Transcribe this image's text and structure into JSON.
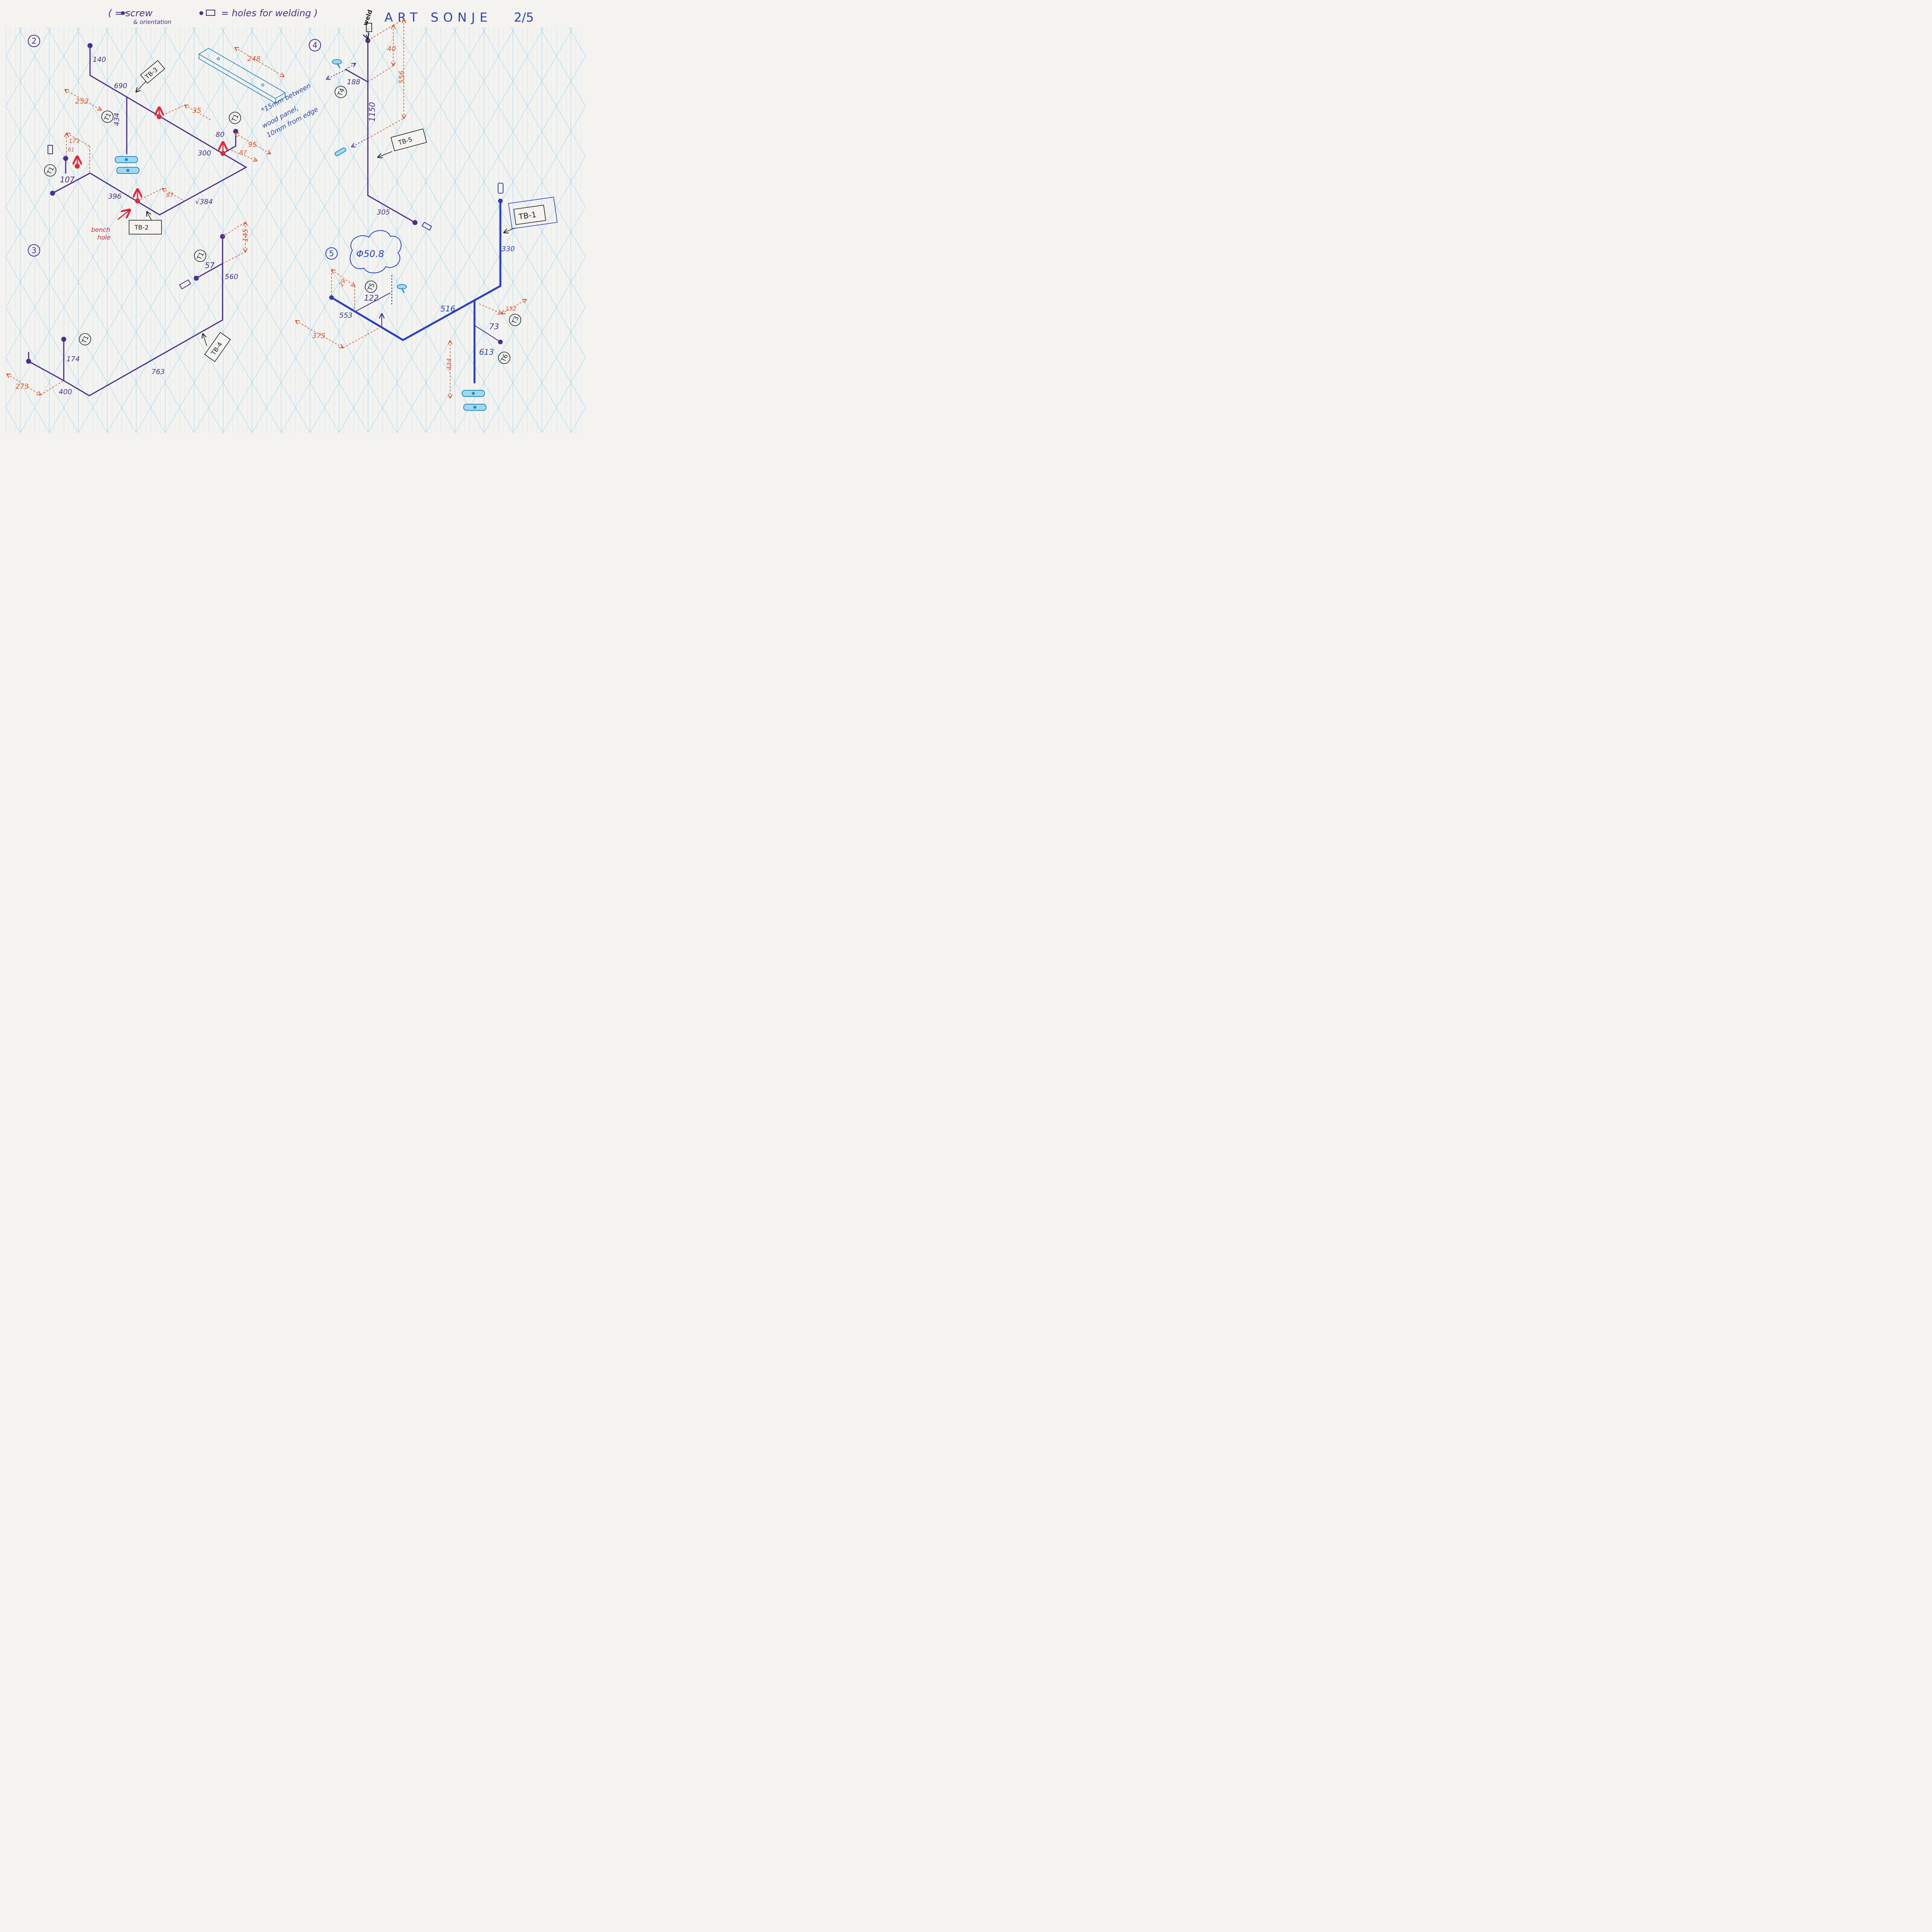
{
  "header": {
    "legend_line1": "( = screw",
    "legend_line1b": "= holes for welding )",
    "legend_line2": "& orientation",
    "weld_label": "weld",
    "title": "ART SONJE",
    "sheet": "2/5"
  },
  "section_numbers": [
    "2",
    "3",
    "4",
    "5"
  ],
  "section2": {
    "dims": {
      "d140": "140",
      "d690": "690",
      "d252": "252",
      "d434": "434",
      "d35": "35",
      "d80": "80",
      "d95": "95",
      "d300": "300",
      "d87a": "87",
      "d171": "171",
      "d61": "61",
      "d107": "107",
      "d396": "396",
      "d87b": "87",
      "d384": "√384",
      "d248": "248"
    },
    "tags": {
      "tb3": "TB-3",
      "tb2": "TB-2",
      "t1a": "T1",
      "t1b": "T1",
      "t1c": "T1"
    },
    "bench_hole": [
      "bench",
      "hole"
    ],
    "note": [
      "*15mm between",
      "wood panel,",
      "10mm from edge"
    ]
  },
  "section3": {
    "dims": {
      "d145": "145",
      "d57": "57",
      "d560": "560",
      "d763": "763",
      "d174": "174",
      "d273": "273",
      "d400": "400"
    },
    "tags": {
      "t1a": "T1",
      "t1b": "T1",
      "tb4": "TB-4"
    }
  },
  "section4": {
    "dims": {
      "d40": "40",
      "d556": "556",
      "d188": "188",
      "d1150": "1150",
      "d305": "305"
    },
    "tags": {
      "t4": "T4",
      "tb5": "TB-5"
    }
  },
  "section5": {
    "cloud": "Φ50.8",
    "dims": {
      "d29": "29",
      "d122": "122",
      "d553": "553",
      "d375": "375",
      "d516": "516",
      "d152": "152",
      "d73": "73",
      "d613": "613",
      "d434": "434",
      "d330": "330"
    },
    "tags": {
      "t5": "T5",
      "t3": "T3",
      "t6": "T6",
      "tb1": "TB-1"
    }
  },
  "colors": {
    "paper": "#f4f3ef",
    "grid": "#8fd0ee",
    "pipe": "#4a2f8c",
    "pipe_bold": "#2a3fc4",
    "dimension": "#e0562a",
    "bench_hole": "#e0283c",
    "fitting": "#2a8bc0",
    "tag": "#222222"
  }
}
